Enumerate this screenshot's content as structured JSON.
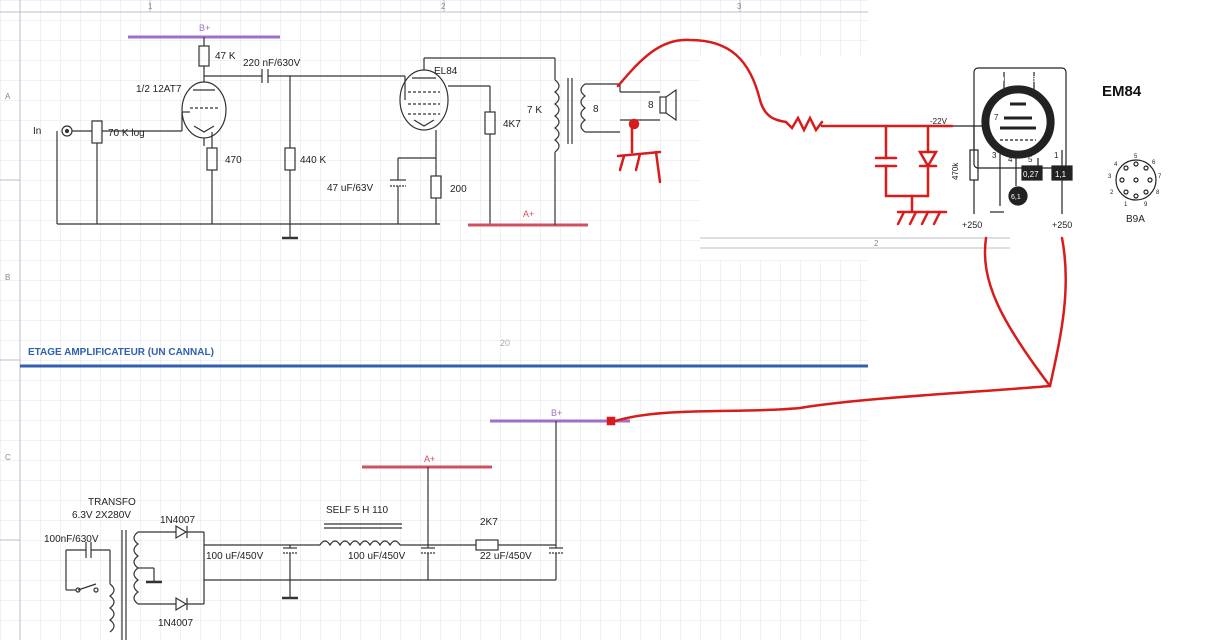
{
  "colors": {
    "ink": "#333333",
    "grid": "#dfe3ea",
    "b_plus_rail": "#a070c8",
    "a_plus_rail": "#d05060",
    "section_rule": "#3060b0",
    "section_text": "#3060b0",
    "red_mod": "#d81b1b"
  },
  "frame": {
    "col_markers": [
      "1",
      "2",
      "3"
    ],
    "row_markers": [
      "A",
      "B",
      "C"
    ],
    "center_mark": "20",
    "inset_col_marker": "2"
  },
  "amp_stage": {
    "section_title": "ETAGE AMPLIFICATEUR  (UN CANNAL)",
    "b_plus": "B+",
    "a_plus": "A+",
    "r_plate": "47 K",
    "c_coupling": "220 nF/630V",
    "v1": "1/2 12AT7",
    "input": "In",
    "pot": "70 K log",
    "r_cathode1": "470",
    "r_grid": "440 K",
    "v2": "EL84",
    "c_cathode": "47 uF/63V",
    "r_cathode2": "200",
    "r_screen": "4K7",
    "transformer_z": "7 K",
    "secondary_z": "8",
    "speaker_z": "8"
  },
  "power_stage": {
    "b_plus": "B+",
    "a_plus": "A+",
    "transfo": "TRANSFO",
    "transfo_spec": "6.3V 2X280V",
    "c_mains": "100nF/630V",
    "diode_top": "1N4007",
    "diode_bottom": "1N4007",
    "c_filter1": "100 uF/450V",
    "choke": "SELF 5 H 110",
    "c_filter2": "100 uF/450V",
    "r_filter": "2K7",
    "c_filter3": "22 uF/450V"
  },
  "em84_inset": {
    "title": "EM84",
    "socket": "B9A",
    "pin_top_left": "9",
    "pin_top_right": "6",
    "pin_left": "7",
    "pin_mid": "3",
    "pin_mid2": "4",
    "pin_mid3": "5",
    "pin_right": "1",
    "r_grid": "470k",
    "r_plate": "0,27",
    "r_target": "1,1",
    "c_small": "6,1",
    "supply_left": "+250",
    "supply_right": "+250",
    "input_note": "-22V",
    "socket_pins": [
      "1",
      "2",
      "3",
      "4",
      "5",
      "6",
      "7",
      "8",
      "9"
    ]
  }
}
